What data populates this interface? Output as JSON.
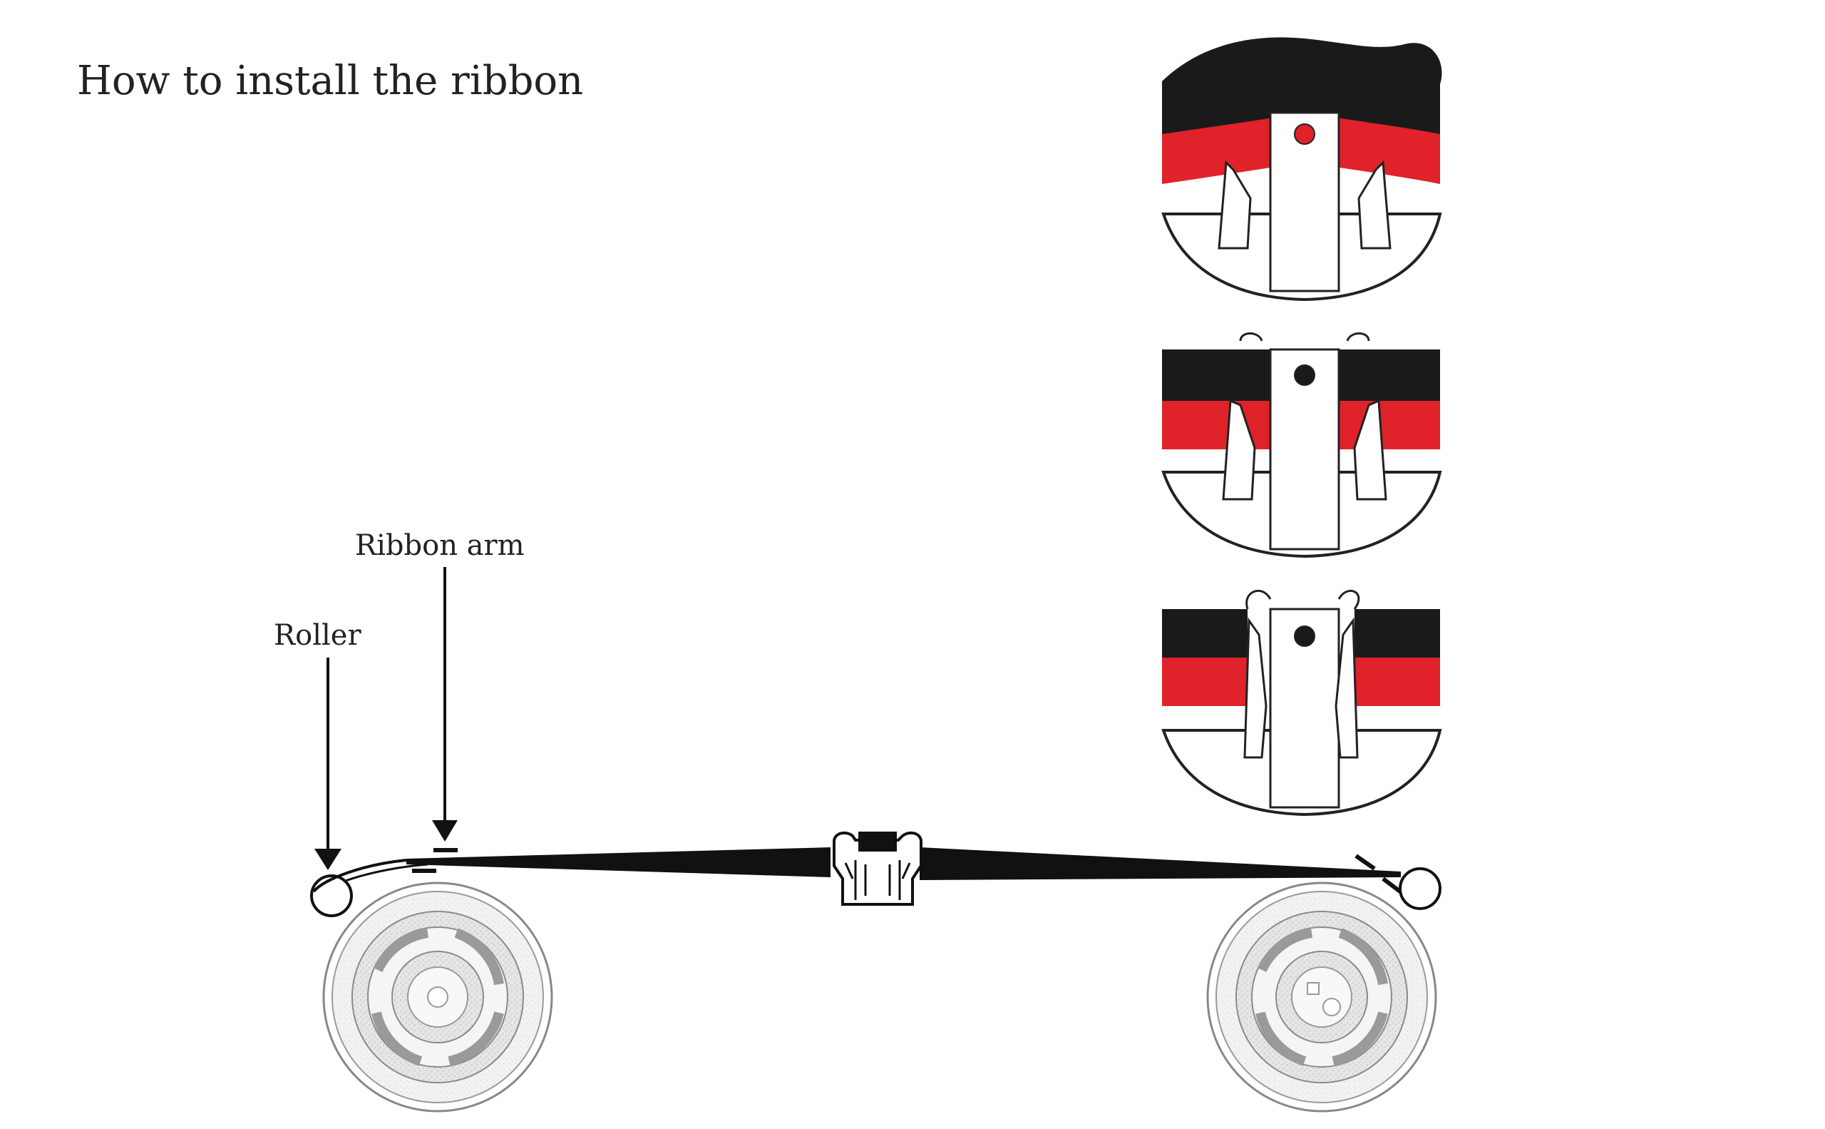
{
  "title": "How to install the ribbon",
  "labels": {
    "roller": "Roller",
    "ribbon_arm": "Ribbon arm"
  },
  "colors": {
    "ink_black": "#1a1a1a",
    "ink_red": "#e0222a",
    "outline": "#222222",
    "spool_gray": "#bdbdbd"
  },
  "steps": [
    {
      "name": "ribbon-curved-over-vibrator"
    },
    {
      "name": "ribbon-pressed-into-guide"
    },
    {
      "name": "ribbon-seated-in-vibrator"
    }
  ]
}
